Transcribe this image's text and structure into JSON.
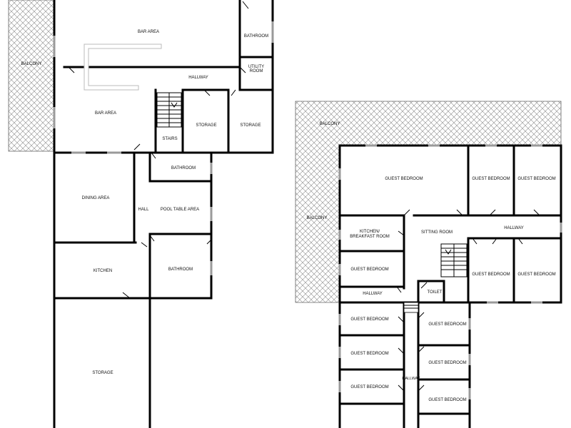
{
  "floors": {
    "left": {
      "rooms": {
        "bar_area_top": "BAR AREA",
        "bathroom_top": "BATHROOM",
        "balcony": "BALCONY",
        "utility_room_line1": "UTILITY",
        "utility_room_line2": "ROOM",
        "hallway": "HALLWAY",
        "bar_area": "BAR AREA",
        "storage_a": "STORAGE",
        "storage_b": "STORAGE",
        "stairs": "STAIRS",
        "bathroom_mid": "BATHROOM",
        "dining_area": "DINING AREA",
        "hall": "HALL",
        "pool_table_area": "POOL TABLE AREA",
        "kitchen": "KITCHEN",
        "bathroom_low": "BATHROOM",
        "storage_big": "STORAGE"
      }
    },
    "right": {
      "rooms": {
        "balcony_top": "BALCONY",
        "balcony_side": "BALCONY",
        "guest_bedroom_large": "GUEST BEDROOM",
        "guest_bedroom_r1a": "GUEST BEDROOM",
        "guest_bedroom_r1b": "GUEST BEDROOM",
        "kitchen_line1": "KITCHEN/",
        "kitchen_line2": "BREAKFAST ROOM",
        "sitting_room": "SITTING ROOM",
        "hallway_upper": "HALLWAY",
        "guest_bedroom_mid": "GUEST BEDROOM",
        "guest_bedroom_r2a": "GUEST BEDROOM",
        "guest_bedroom_r2b": "GUEST BEDROOM",
        "hallway_lower": "HALLWAY",
        "toilet": "TOILET",
        "guest_bedroom_w1": "GUEST BEDROOM",
        "guest_bedroom_e1": "GUEST BEDROOM",
        "guest_bedroom_w2": "GUEST BEDROOM",
        "guest_bedroom_e2": "GUEST BEDROOM",
        "hallway_vertical": "HALLWAY",
        "guest_bedroom_w3": "GUEST BEDROOM",
        "guest_bedroom_e3": "GUEST BEDROOM"
      }
    }
  }
}
